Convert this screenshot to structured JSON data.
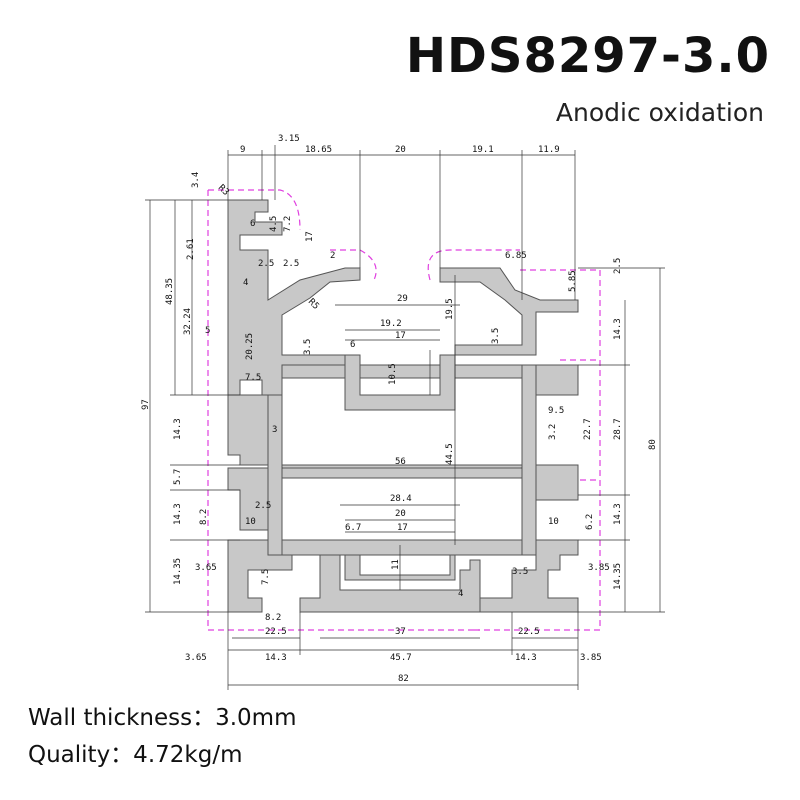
{
  "header": {
    "model": "HDS8297-3.0",
    "finish": "Anodic oxidation"
  },
  "specs": {
    "wall_thickness": "Wall thickness：3.0mm",
    "quality": "Quality：4.72kg/m"
  },
  "colors": {
    "profile_fill": "#c8c8c8",
    "profile_stroke": "#555555",
    "dimension_line": "#333333",
    "slot_outline": "#e040e0"
  },
  "dimensions": {
    "top": [
      "9",
      "3.15",
      "18.65",
      "20",
      "19.1",
      "11.9"
    ],
    "left": [
      "97",
      "48.35",
      "32.24",
      "20.25",
      "14.3",
      "5.7",
      "14.3",
      "14.35",
      "3.4",
      "2.61",
      "5"
    ],
    "right": [
      "80",
      "2.5",
      "5.85",
      "14.3",
      "28.7",
      "14.3",
      "14.35",
      "22.7",
      "3.2"
    ],
    "bottom": [
      "3.65",
      "14.3",
      "45.7",
      "14.3",
      "3.85",
      "82",
      "22.5",
      "37",
      "22.5",
      "8.2"
    ],
    "interior": [
      "29",
      "19.2",
      "17",
      "56",
      "28.4",
      "20",
      "17",
      "6.7",
      "44.5",
      "19.5",
      "10.5",
      "3.5",
      "11",
      "7.5",
      "3.5",
      "9.5",
      "2.5",
      "6",
      "2",
      "4",
      "7.2",
      "4.5",
      "17",
      "2.5",
      "6",
      "7.5",
      "3.65",
      "3.85",
      "3.5",
      "6.85",
      "6.2",
      "8.2",
      "10",
      "10",
      "2.5",
      "3",
      "4",
      "R3",
      "R5"
    ]
  }
}
